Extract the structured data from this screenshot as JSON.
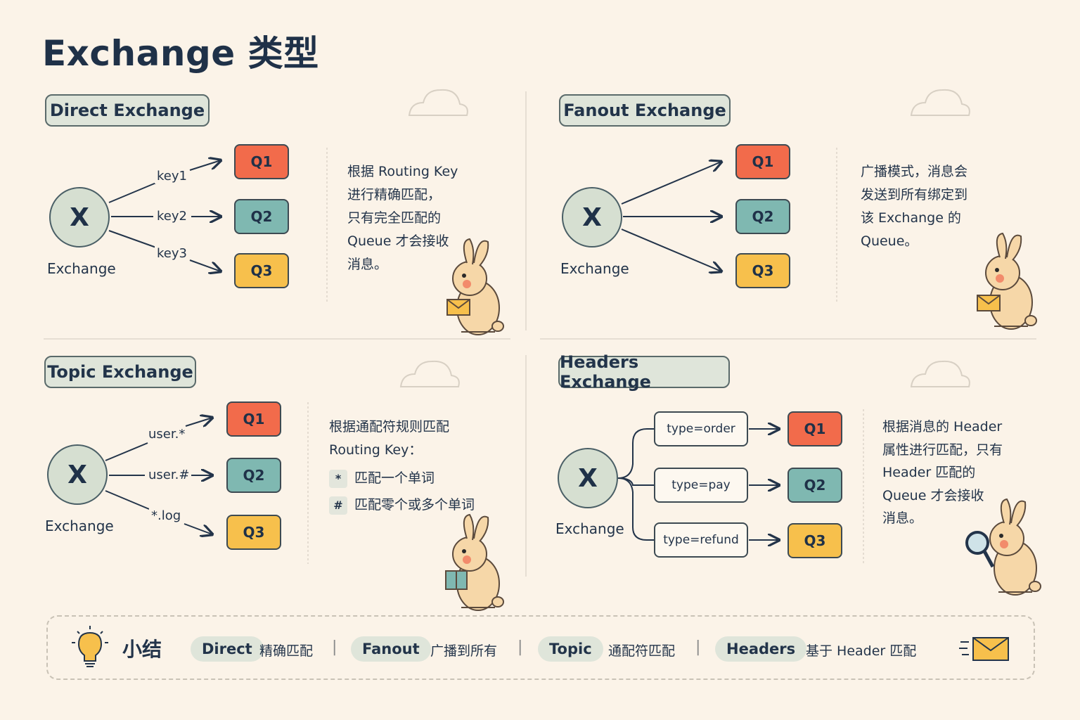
{
  "title": "Exchange 类型",
  "exchange_symbol": "X",
  "exchange_label": "Exchange",
  "direct": {
    "heading": "Direct Exchange",
    "keys": [
      "key1",
      "key2",
      "key3"
    ],
    "queues": [
      "Q1",
      "Q2",
      "Q3"
    ],
    "description": [
      "根据 Routing Key",
      "进行精确匹配，",
      "只有完全匹配的",
      "Queue 才会接收",
      "消息。"
    ]
  },
  "fanout": {
    "heading": "Fanout Exchange",
    "queues": [
      "Q1",
      "Q2",
      "Q3"
    ],
    "description": [
      "广播模式，消息会",
      "发送到所有绑定到",
      "该 Exchange 的",
      "Queue。"
    ]
  },
  "topic": {
    "heading": "Topic Exchange",
    "keys": [
      "user.*",
      "user.#",
      "*.log"
    ],
    "queues": [
      "Q1",
      "Q2",
      "Q3"
    ],
    "description": [
      "根据通配符规则匹配",
      "Routing Key："
    ],
    "wildcards": [
      {
        "symbol": "*",
        "meaning": "匹配一个单词"
      },
      {
        "symbol": "#",
        "meaning": "匹配零个或多个单词"
      }
    ]
  },
  "headers": {
    "heading": "Headers Exchange",
    "conditions": [
      "type=order",
      "type=pay",
      "type=refund"
    ],
    "queues": [
      "Q1",
      "Q2",
      "Q3"
    ],
    "description": [
      "根据消息的 Header",
      "属性进行匹配，只有",
      "Header 匹配的",
      "Queue 才会接收",
      "消息。"
    ]
  },
  "summary": {
    "title": "小结",
    "items": [
      {
        "name": "Direct",
        "text": "精确匹配"
      },
      {
        "name": "Fanout",
        "text": "广播到所有"
      },
      {
        "name": "Topic",
        "text": "通配符匹配"
      },
      {
        "name": "Headers",
        "text": "基于 Header 匹配"
      }
    ]
  },
  "colors": {
    "background": "#fbf3e8",
    "q1": "#f26b4b",
    "q2": "#7fb8b1",
    "q3": "#f7c04c",
    "pill": "#dfe5da",
    "ink": "#23344a"
  },
  "icons": [
    "cloud-icon",
    "bunny-illustration",
    "envelope-icon",
    "lightbulb-icon",
    "magnifier-icon",
    "book-icon"
  ]
}
